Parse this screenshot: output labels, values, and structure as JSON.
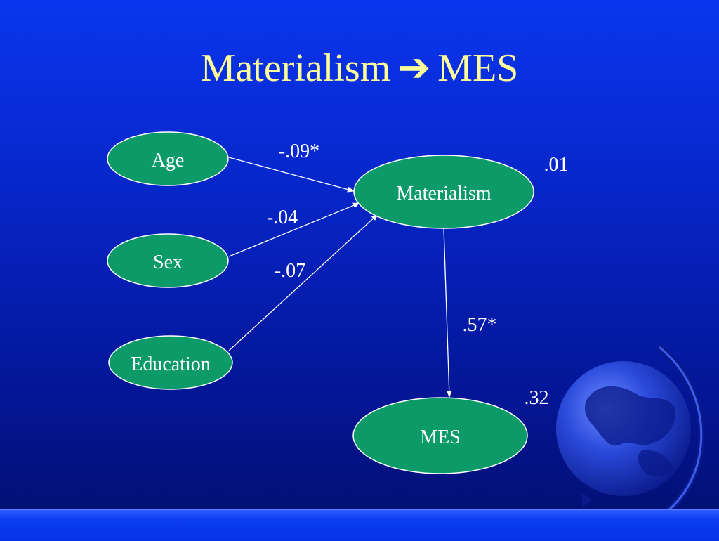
{
  "slide": {
    "title_left": "Materialism",
    "title_arrow": "➔",
    "title_right": "MES",
    "arrow_icon": "right-arrow-icon",
    "decor_icon": "globe-icon"
  },
  "colors": {
    "node_fill": "#0b9a68",
    "node_stroke": "#ffffff",
    "edge": "#ffffff",
    "title_text": "#ffff99",
    "label_text": "#ffffff"
  },
  "nodes": [
    {
      "id": "age",
      "label": "Age"
    },
    {
      "id": "sex",
      "label": "Sex"
    },
    {
      "id": "education",
      "label": "Education"
    },
    {
      "id": "materialism",
      "label": "Materialism"
    },
    {
      "id": "mes",
      "label": "MES"
    }
  ],
  "edges": [
    {
      "from": "age",
      "to": "materialism",
      "coefficient": "-.09*"
    },
    {
      "from": "sex",
      "to": "materialism",
      "coefficient": "-.04"
    },
    {
      "from": "education",
      "to": "materialism",
      "coefficient": "-.07"
    },
    {
      "from": "materialism",
      "to": "mes",
      "coefficient": ".57*"
    }
  ],
  "r_squared": {
    "materialism": ".01",
    "mes": ".32"
  }
}
